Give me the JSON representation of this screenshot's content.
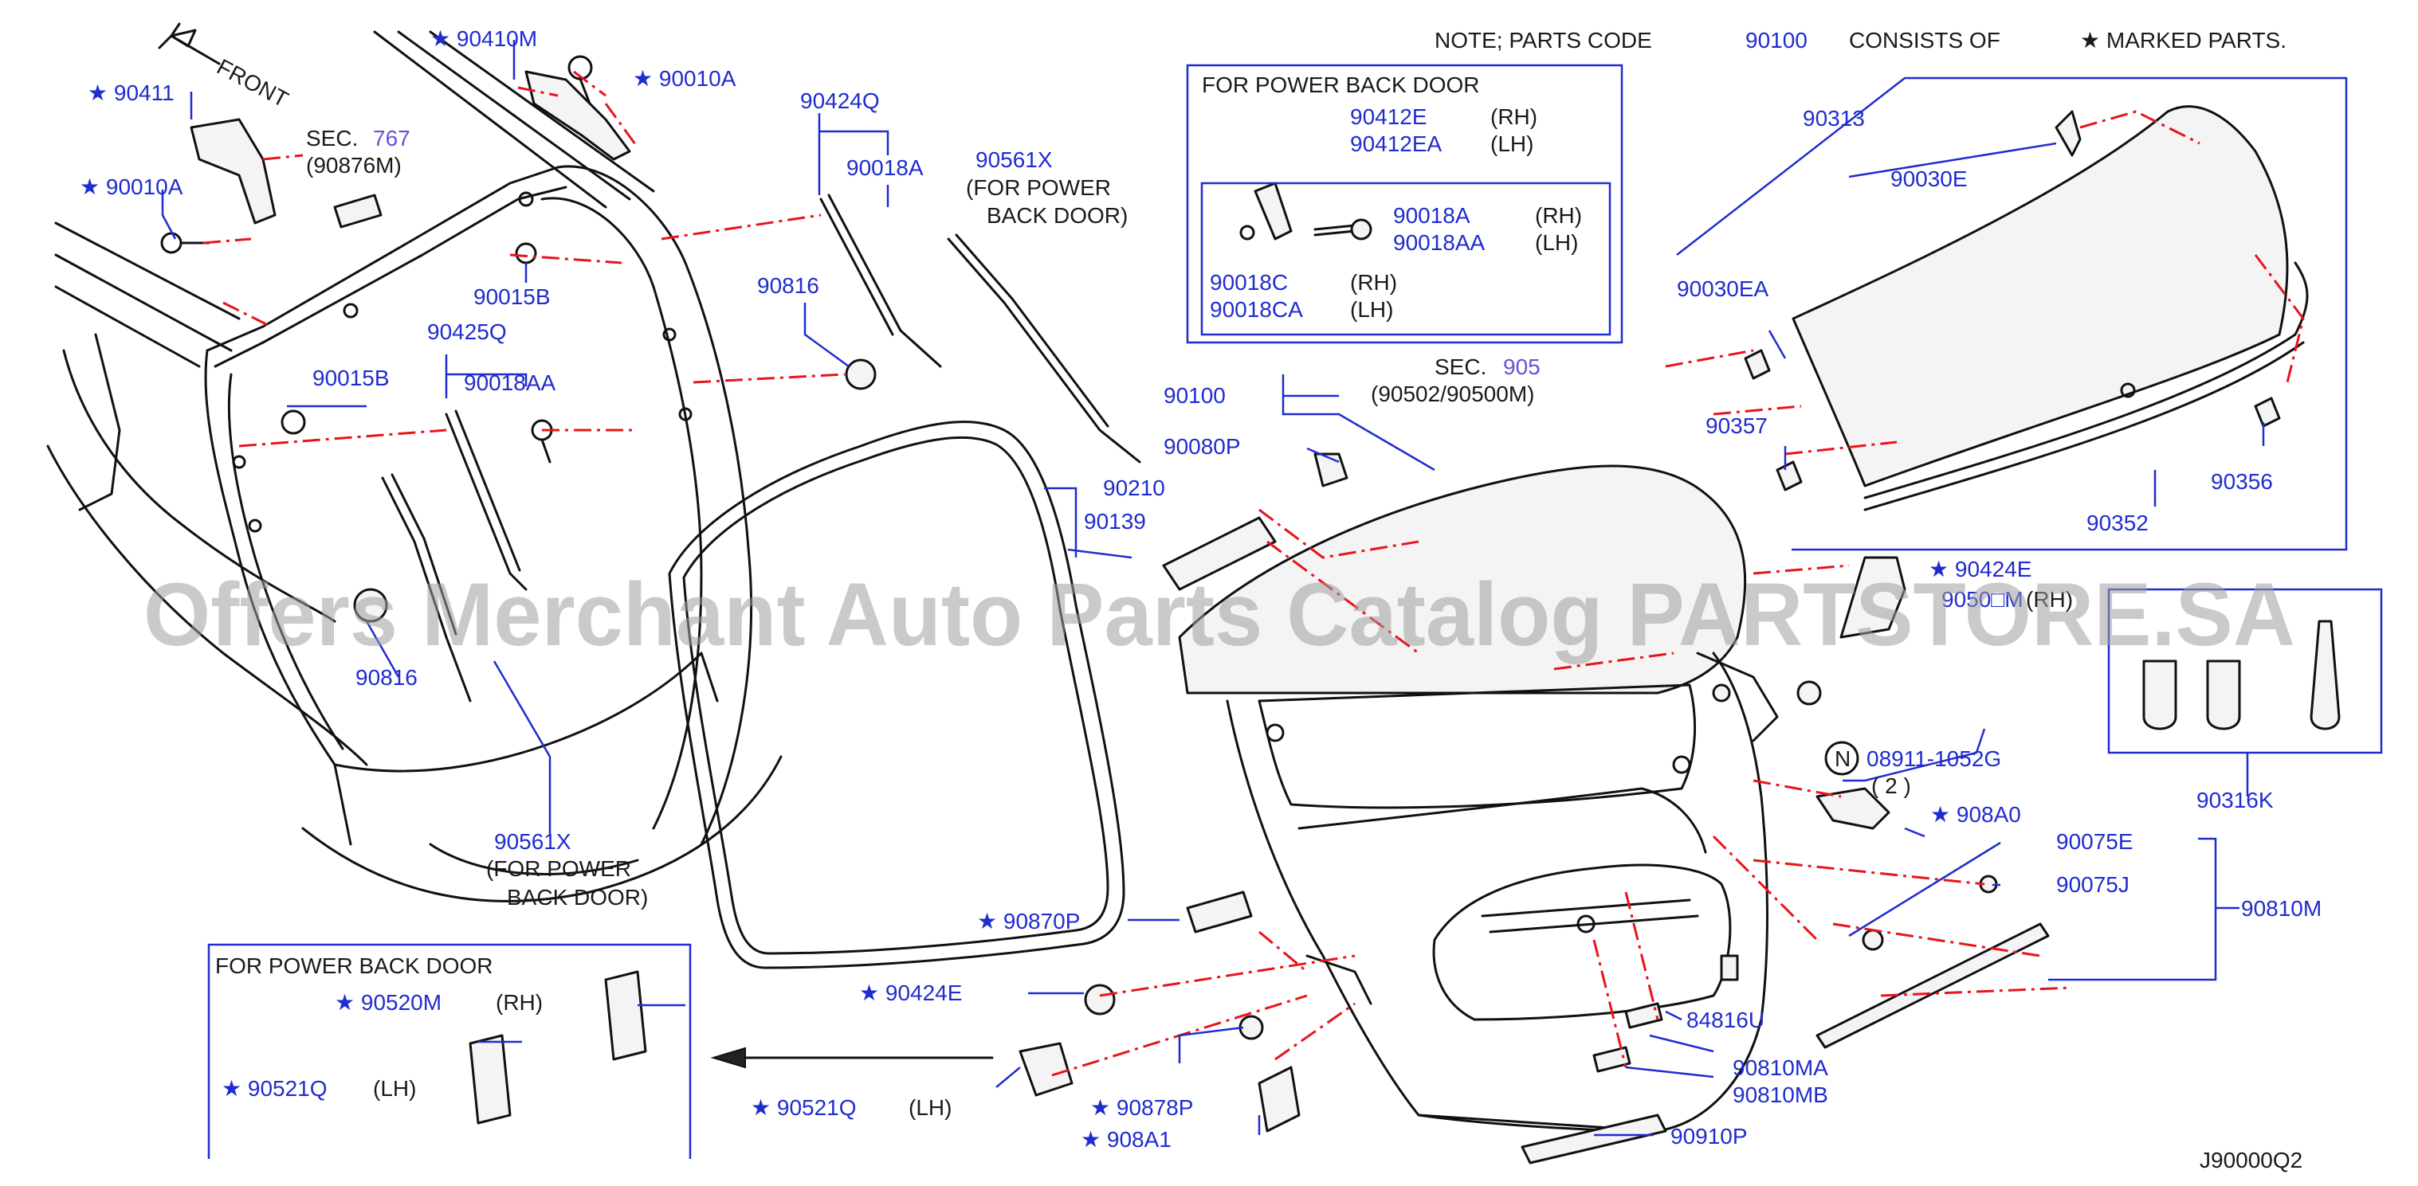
{
  "note": {
    "prefix": "NOTE;  PARTS  CODE",
    "code": "90100",
    "consists": "CONSISTS  OF",
    "marked": "★ MARKED  PARTS."
  },
  "front": "FRONT",
  "sec767": {
    "sec": "SEC.",
    "num": "767",
    "sub": "(90876M)"
  },
  "sec905": {
    "sec": "SEC.",
    "num": "905",
    "sub": "(90502/90500M)"
  },
  "power_back_door_top": {
    "title": "FOR  POWER  BACK  DOOR",
    "p1": "90412E",
    "p1s": "(RH)",
    "p2": "90412EA",
    "p2s": "(LH)",
    "p3": "90018A",
    "p3s": "(RH)",
    "p4": "90018AA",
    "p4s": "(LH)",
    "p5": "90018C",
    "p5s": "(RH)",
    "p6": "90018CA",
    "p6s": "(LH)"
  },
  "power_back_door_bottom": {
    "title": "FOR  POWER  BACK  DOOR",
    "p1": "★ 90520M",
    "p1s": "(RH)",
    "p2": "★ 90521Q",
    "p2s": "(LH)"
  },
  "labels": {
    "l90410M": "★ 90410M",
    "l90010A_top": "★ 90010A",
    "l90411": "★ 90411",
    "l90010A_left": "★ 90010A",
    "l90424Q": "90424Q",
    "l90018A": "90018A",
    "l90561X_top": "90561X",
    "l90561X_top_s1": "(FOR  POWER",
    "l90561X_top_s2": "BACK  DOOR)",
    "l90015B_a": "90015B",
    "l90015B_b": "90015B",
    "l90816_a": "90816",
    "l90816_b": "90816",
    "l90425Q": "90425Q",
    "l90018AA": "90018AA",
    "l90561X_bot": "90561X",
    "l90561X_bot_s1": "(FOR  POWER",
    "l90561X_bot_s2": "BACK  DOOR)",
    "l90210": "90210",
    "l90139": "90139",
    "l90100": "90100",
    "l90080P": "90080P",
    "l90313": "90313",
    "l90030E": "90030E",
    "l90030EA": "90030EA",
    "l90357": "90357",
    "l90352": "90352",
    "l90356": "90356",
    "l90424E_right": "★ 90424E",
    "l9050xM": "9050□M",
    "l9050xM_s": "(RH)",
    "l08911": "08911-1052G",
    "l08911_q": "( 2 )",
    "l08911_n": "N",
    "l908A0": "★ 908A0",
    "l90316K": "90316K",
    "l90075E": "90075E",
    "l90075J": "90075J",
    "l90810M": "90810M",
    "l90870P": "★ 90870P",
    "l90424E_left": "★ 90424E",
    "l84816U": "84816U",
    "l90810MA": "90810MA",
    "l90810MB": "90810MB",
    "l90521Q": "★ 90521Q",
    "l90521Q_s": "(LH)",
    "l90878P": "★ 90878P",
    "l908A1": "★ 908A1",
    "l90910P": "90910P",
    "diagram_id": "J90000Q2"
  },
  "watermark": "Offers Merchant Auto Parts Catalog PARTSTORE.SA",
  "colors": {
    "part_number": "#1f2ccf",
    "section_number": "#6a4fd8",
    "leader": "#1f2ccf",
    "dash_line": "#e8141b",
    "drawing": "#111111"
  }
}
